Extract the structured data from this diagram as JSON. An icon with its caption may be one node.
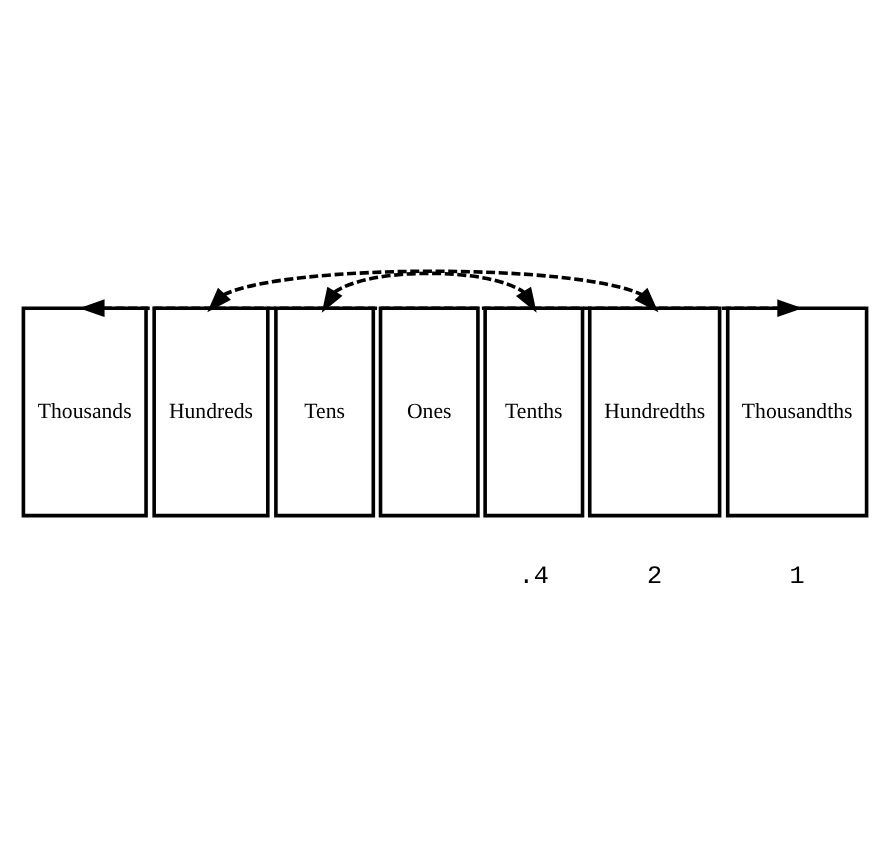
{
  "diagram": {
    "nodes": [
      {
        "text": [
          "Thousands"
        ]
      },
      {
        "text": [
          "Hundreds"
        ]
      },
      {
        "text": [
          "Tens"
        ]
      },
      {
        "text": [
          "Ones"
        ]
      },
      {
        "text": [
          "Tenths"
        ]
      },
      {
        "text": [
          "Hundredths"
        ]
      },
      {
        "text": [
          "Thousandths"
        ]
      }
    ],
    "edges": [
      {
        "from": 0,
        "to": 6,
        "arrow": "both",
        "style": "dashed"
      },
      {
        "from": 1,
        "to": 5,
        "arrow": "both",
        "style": "dashed"
      },
      {
        "from": 2,
        "to": 4,
        "arrow": "both",
        "style": "dashed"
      }
    ],
    "labels": [
      ".4",
      "2",
      "1"
    ]
  }
}
